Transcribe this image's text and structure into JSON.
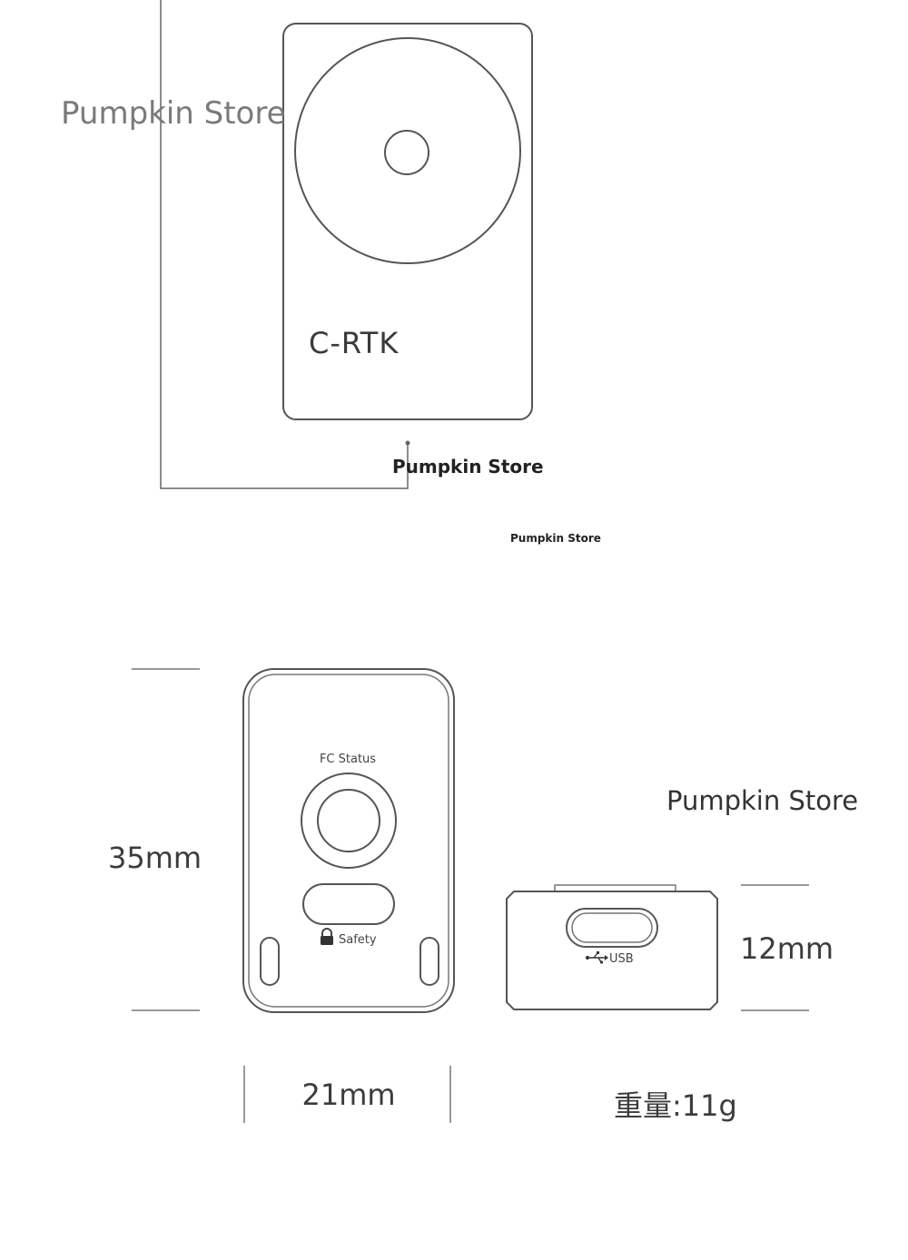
{
  "watermarks": {
    "top_left": "Pumpkin Store",
    "under_module": "Pumpkin Store",
    "small_center": "Pumpkin Store",
    "right_middle": "Pumpkin Store"
  },
  "module": {
    "brand_label": "C-RTK"
  },
  "front_view": {
    "status_label": "FC Status",
    "safety_label": "Safety",
    "height_label": "35mm",
    "width_label": "21mm"
  },
  "side_view": {
    "port_label": "USB",
    "thickness_label": "12mm"
  },
  "specs": {
    "weight_label": "重量:11g"
  },
  "icons": [
    "lock-icon",
    "usb-icon"
  ]
}
